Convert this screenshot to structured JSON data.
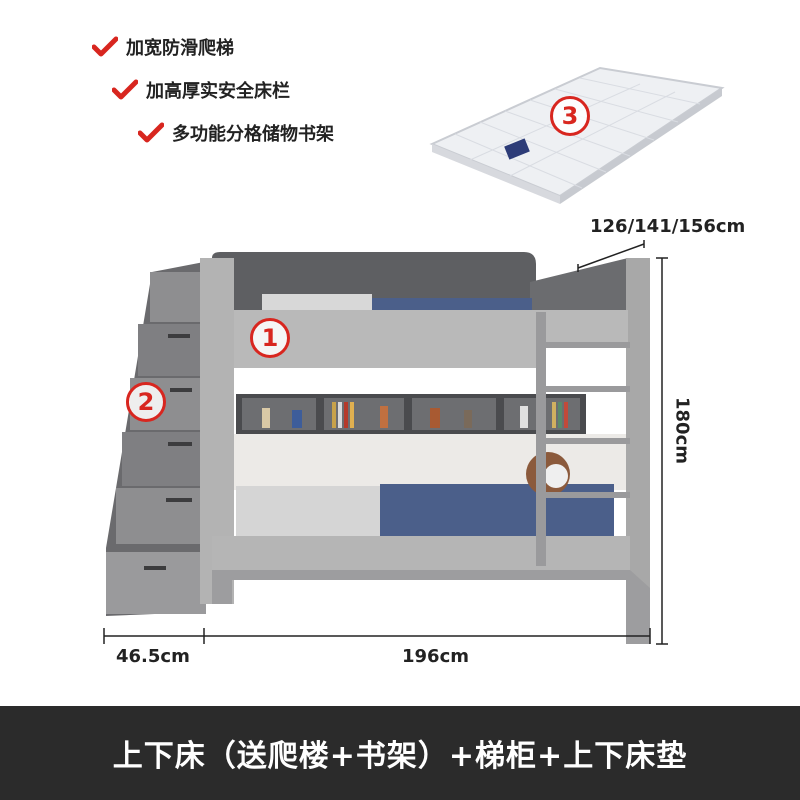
{
  "features": [
    {
      "text": "加宽防滑爬梯"
    },
    {
      "text": "加高厚实安全床栏"
    },
    {
      "text": "多功能分格储物书架"
    }
  ],
  "badges": [
    "1",
    "2",
    "3"
  ],
  "dimensions": {
    "width_options": "126/141/156cm",
    "height": "180cm",
    "stair_depth": "46.5cm",
    "length": "196cm"
  },
  "banner": {
    "text": "上下床（送爬楼+书架）+梯柜+上下床垫"
  },
  "colors": {
    "accent_red": "#d8261f",
    "frame_gray": "#b9b9b9",
    "dark_gray": "#5a5a5a",
    "bedding_blue": "#4b5f8a",
    "banner_bg": "#2b2b2b"
  }
}
